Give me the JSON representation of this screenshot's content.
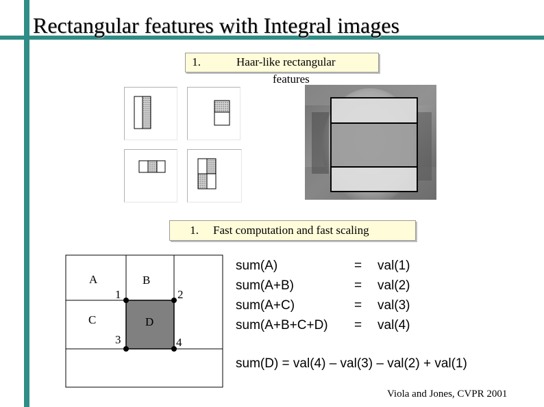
{
  "slide": {
    "title": "Rectangular features with Integral images",
    "accent_color": "#2f8c86"
  },
  "box1": {
    "number": "1.",
    "line1": "Haar-like rectangular",
    "line2": "features"
  },
  "box2": {
    "number": "1.",
    "text": "Fast computation and fast scaling"
  },
  "diagram": {
    "regions": [
      "A",
      "B",
      "C",
      "D"
    ],
    "corners": [
      "1",
      "2",
      "3",
      "4"
    ]
  },
  "equations": [
    {
      "lhs": "sum(A)",
      "eq": "=",
      "rhs": "val(1)"
    },
    {
      "lhs": "sum(A+B)",
      "eq": "=",
      "rhs": "val(2)"
    },
    {
      "lhs": "sum(A+C)",
      "eq": "=",
      "rhs": "val(3)"
    },
    {
      "lhs": "sum(A+B+C+D)",
      "eq": "=",
      "rhs": "val(4)"
    }
  ],
  "formula": "sum(D) = val(4) – val(3) – val(2) + val(1)",
  "credit": "Viola and Jones, CVPR 2001"
}
